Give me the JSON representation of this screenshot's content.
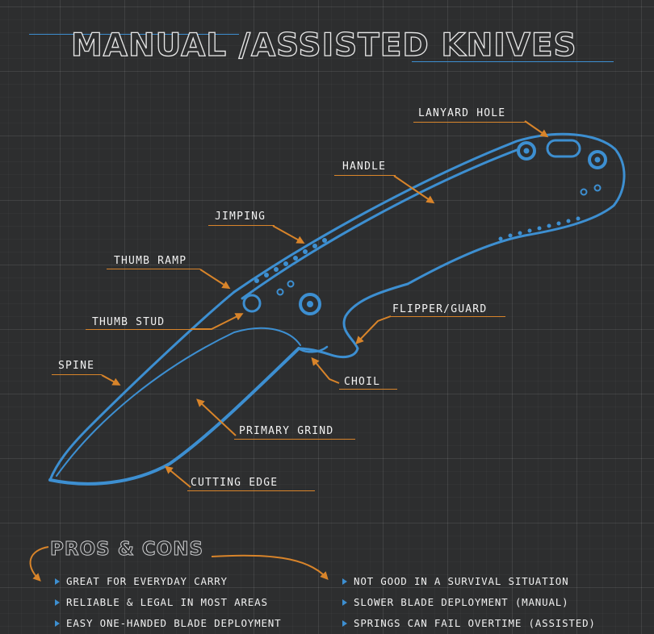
{
  "title": "MANUAL /ASSISTED KNIVES",
  "labels": {
    "lanyard_hole": "LANYARD HOLE",
    "handle": "HANDLE",
    "jimping": "JIMPING",
    "thumb_ramp": "THUMB RAMP",
    "thumb_stud": "THUMB STUD",
    "flipper_guard": "FLIPPER/GUARD",
    "spine": "SPINE",
    "choil": "CHOIL",
    "primary_grind": "PRIMARY GRIND",
    "cutting_edge": "CUTTING EDGE"
  },
  "pros_cons": {
    "title": "PROS & CONS",
    "pros": [
      "GREAT FOR EVERYDAY CARRY",
      "RELIABLE & LEGAL IN MOST AREAS",
      "EASY ONE-HANDED BLADE DEPLOYMENT"
    ],
    "cons": [
      "NOT GOOD IN A SURVIVAL SITUATION",
      "SLOWER BLADE DEPLOYMENT (MANUAL)",
      "SPRINGS CAN FAIL OVERTIME (ASSISTED)"
    ]
  },
  "colors": {
    "background": "#2d2e2f",
    "knife_outline": "#3d8fd1",
    "callout": "#d8842a",
    "text": "#f2f2f2"
  }
}
